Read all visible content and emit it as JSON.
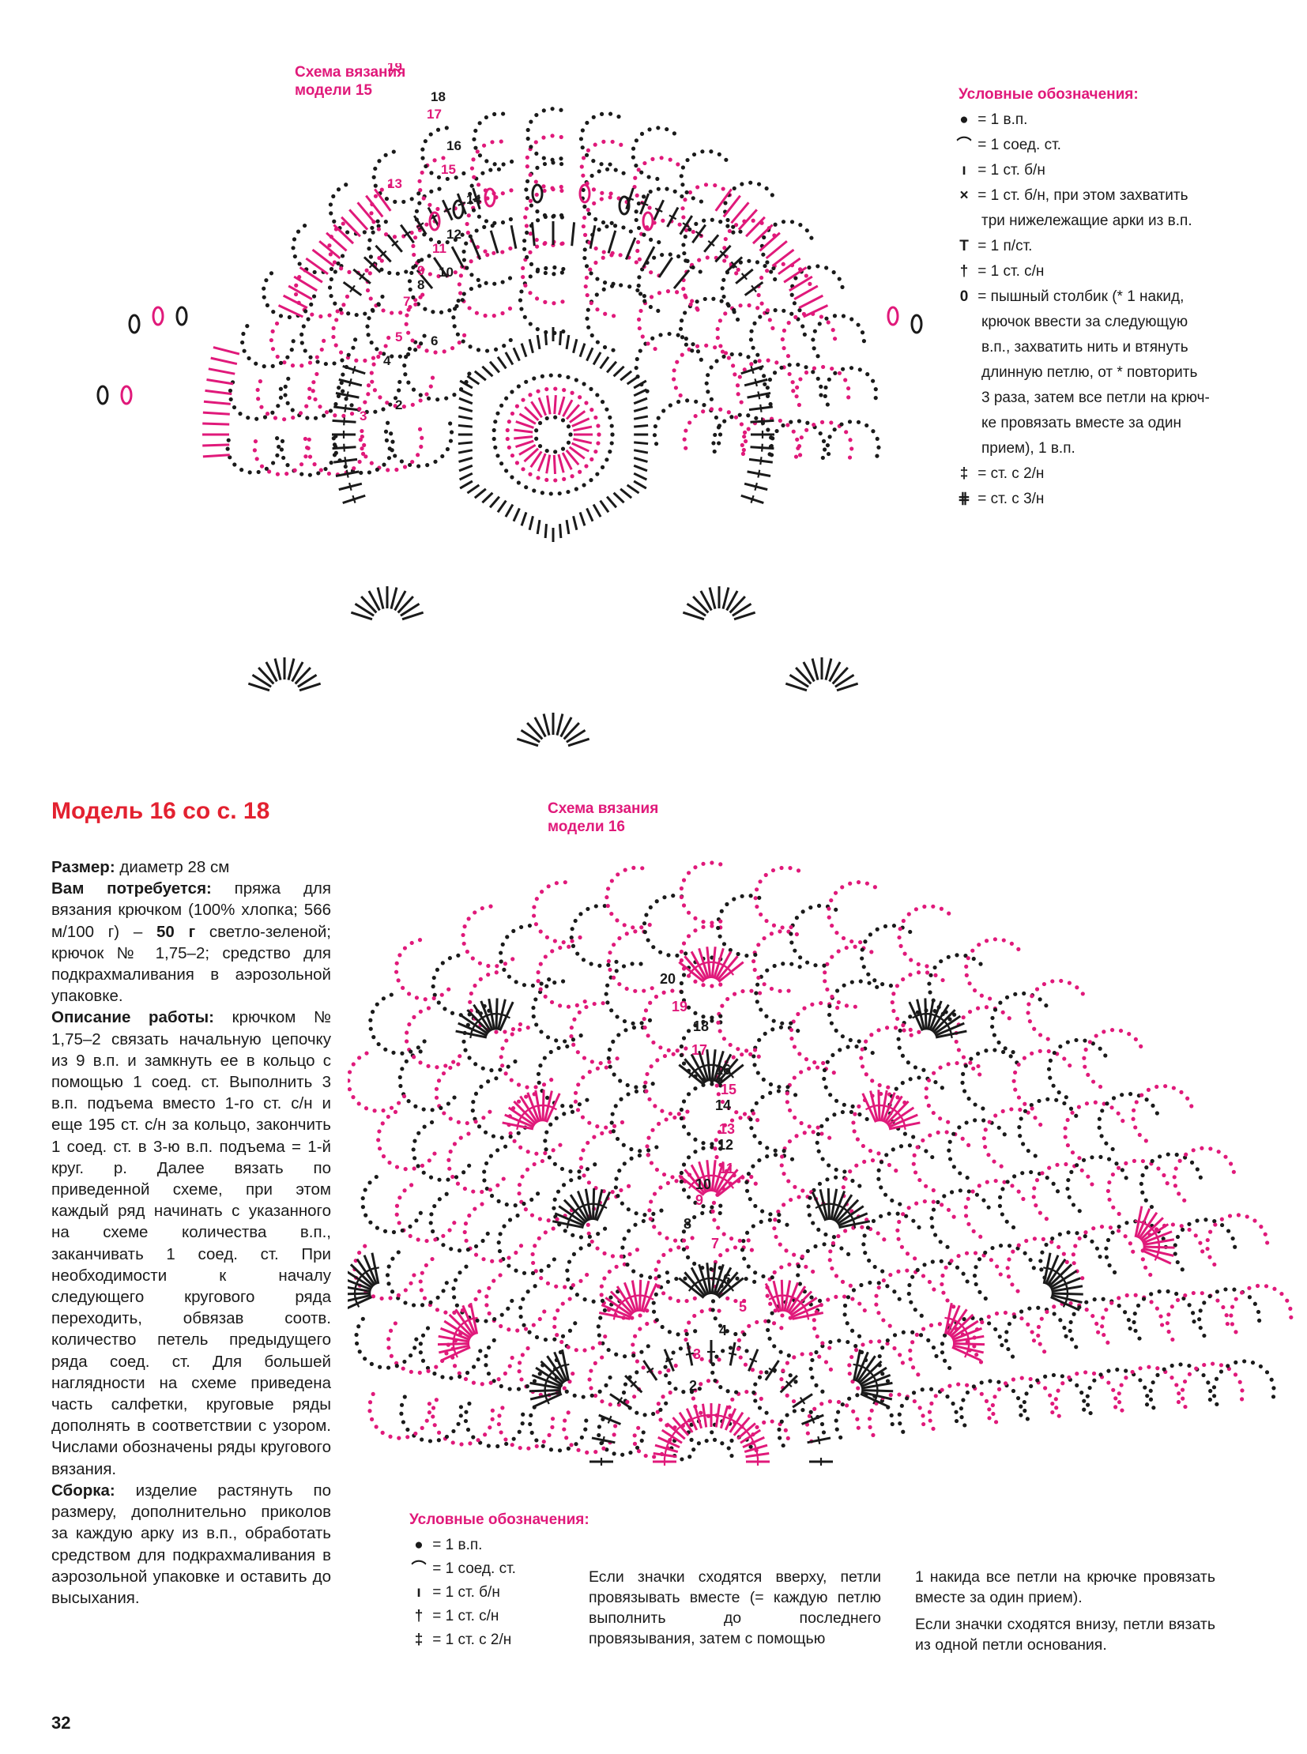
{
  "model15": {
    "schema_title_line1": "Схема вязания",
    "schema_title_line2": "модели 15",
    "legend_title": "Условные обозначения:",
    "legend": [
      {
        "icon": "chain-dot-icon",
        "symbol": "●",
        "text": "= 1 в.п."
      },
      {
        "icon": "slip-stitch-icon",
        "symbol": "⌒",
        "text": "= 1 соед. ст."
      },
      {
        "icon": "single-crochet-icon",
        "symbol": "ı",
        "text": "= 1 ст. б/н"
      },
      {
        "icon": "cross-stitch-icon",
        "symbol": "×",
        "text": "= 1 ст. б/н, при этом захватить"
      },
      {
        "icon": "",
        "symbol": "",
        "text": "три нижележащие арки из в.п."
      },
      {
        "icon": "half-double-icon",
        "symbol": "T",
        "text": "= 1 п/ст."
      },
      {
        "icon": "double-crochet-icon",
        "symbol": "†",
        "text": "= 1 ст. с/н"
      },
      {
        "icon": "puff-stitch-icon",
        "symbol": "0",
        "text": "= пышный столбик (* 1 накид,"
      },
      {
        "icon": "",
        "symbol": "",
        "text": "крючок ввести за следующую"
      },
      {
        "icon": "",
        "symbol": "",
        "text": "в.п., захватить нить и втянуть"
      },
      {
        "icon": "",
        "symbol": "",
        "text": "длинную петлю, от * повторить"
      },
      {
        "icon": "",
        "symbol": "",
        "text": "3 раза, затем все петли на крюч-"
      },
      {
        "icon": "",
        "symbol": "",
        "text": "ке провязать вместе за один"
      },
      {
        "icon": "",
        "symbol": "",
        "text": "прием), 1 в.п."
      },
      {
        "icon": "treble-icon",
        "symbol": "‡",
        "text": "= ст. с 2/н"
      },
      {
        "icon": "double-treble-icon",
        "symbol": "⋕",
        "text": "= ст. с 3/н"
      }
    ],
    "row_numbers": [
      "2",
      "3",
      "4",
      "5",
      "6",
      "7",
      "8",
      "9",
      "10",
      "11",
      "12",
      "13",
      "14",
      "15",
      "16",
      "17",
      "18",
      "19"
    ]
  },
  "model16": {
    "heading": "Модель 16 со с. 18",
    "size_label": "Размер:",
    "size_value": " диаметр 28 см",
    "need_label": "Вам потребуется:",
    "need_text_1": " пряжа для вязания крючком (100% хлопка; 566 м/100 г) – ",
    "need_bold": "50 г",
    "need_text_2": " светло-зеленой; крючок № 1,75–2; средство для подкрахмаливания в аэрозольной упаковке.",
    "desc_label": "Описание работы:",
    "desc_text": " крючком № 1,75–2 связать начальную цепочку из 9 в.п. и замкнуть ее в кольцо с помощью 1 соед. ст. Выполнить 3 в.п. подъема вместо 1-го ст. с/н и еще 195 ст. с/н за кольцо, закончить 1 соед. ст. в 3-ю в.п. подъема = 1-й круг. р. Далее вязать по приведенной схеме, при этом каждый ряд начинать с указанного на схеме количества в.п., заканчивать 1 соед. ст. При необходимости к началу следующего кругового ряда переходить, обвязав соотв. количество петель предыдущего ряда соед. ст. Для большей наглядности на схеме приведена часть салфетки, круговые ряды дополнять в соответствии с узором. Числами обозначены ряды кругового вязания.",
    "assembly_label": "Сборка:",
    "assembly_text": " изделие растянуть по размеру, дополнительно приколов за каждую арку из в.п., обработать средством для подкрахмаливания в аэрозольной упаковке и оставить до высыхания.",
    "schema_title_line1": "Схема вязания",
    "schema_title_line2": "модели 16",
    "legend_title": "Условные обозначения:",
    "legend": [
      {
        "icon": "chain-dot-icon",
        "symbol": "●",
        "text": "= 1 в.п."
      },
      {
        "icon": "slip-stitch-icon",
        "symbol": "⌒",
        "text": "= 1 соед. ст."
      },
      {
        "icon": "single-crochet-icon",
        "symbol": "ı",
        "text": "= 1 ст. б/н"
      },
      {
        "icon": "double-crochet-icon",
        "symbol": "†",
        "text": "= 1 ст. с/н"
      },
      {
        "icon": "treble-icon",
        "symbol": "‡",
        "text": "= 1 ст. с 2/н"
      }
    ],
    "note_col1": "Если значки сходятся вверху, петли провязывать вместе (= каждую петлю выполнить до последнего провязывания, затем с помощью",
    "note_col2a": "1 накида все петли на крючке провязать вместе за один прием).",
    "note_col2b": "Если значки сходятся внизу, петли вязать из одной петли основания.",
    "row_numbers": [
      "2",
      "3",
      "4",
      "5",
      "6",
      "7",
      "8",
      "9",
      "10",
      "11",
      "12",
      "13",
      "14",
      "15",
      "16",
      "17",
      "18",
      "19",
      "20"
    ]
  },
  "page_number": "32",
  "colors": {
    "pink": "#e0197a",
    "black": "#1a1a1a",
    "heading_red": "#e32130"
  }
}
